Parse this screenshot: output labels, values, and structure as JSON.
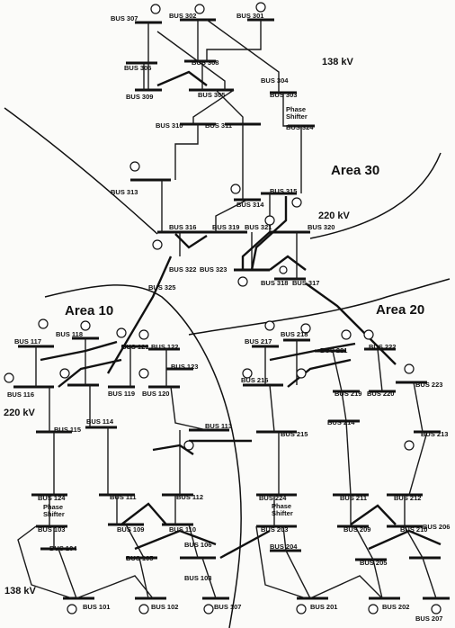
{
  "areas": [
    "Area 30",
    "Area 10",
    "Area 20"
  ],
  "voltages": {
    "area30_138": "138 kV",
    "area30_220": "220 kV",
    "area10_220": "220 kV",
    "area10_138": "138 kV"
  },
  "phase_shifter": [
    "Phase",
    "Shifter"
  ],
  "bus_labels_area30": [
    "BUS 307",
    "BUS 302",
    "BUS 301",
    "BUS 306",
    "BUS 308",
    "BUS 304",
    "BUS 309",
    "BUS 305",
    "BUS 303",
    "BUS 310",
    "BUS 311",
    "BUS 324",
    "BUS 313",
    "BUS 315",
    "BUS 314",
    "BUS 316",
    "BUS 319",
    "BUS 321",
    "BUS 320",
    "BUS 322",
    "BUS 323",
    "BUS 318",
    "BUS 317",
    "BUS 325"
  ],
  "bus_labels_area10": [
    "BUS 117",
    "BUS 118",
    "BUS 121",
    "BUS 122",
    "BUS 116",
    "BUS 119",
    "BUS 120",
    "BUS 123",
    "BUS 114",
    "BUS 115",
    "BUS 124",
    "BUS 113",
    "BUS 111",
    "BUS 112",
    "BUS 103",
    "BUS 109",
    "BUS 110",
    "BUS 104",
    "BUS 105",
    "BUS 106",
    "BUS 108",
    "BUS 101",
    "BUS 102",
    "BUS 107"
  ],
  "bus_labels_area20": [
    "BUS 217",
    "BUS 218",
    "BUS 221",
    "BUS 222",
    "BUS 223",
    "BUS 216",
    "BUS 219",
    "BUS 220",
    "BUS 215",
    "BUS 214",
    "BUS 213",
    "BUS 224",
    "BUS 211",
    "BUS 212",
    "BUS 203",
    "BUS 209",
    "BUS 210",
    "BUS 206",
    "BUS 204",
    "BUS 205",
    "BUS 201",
    "BUS 202",
    "BUS 207"
  ]
}
